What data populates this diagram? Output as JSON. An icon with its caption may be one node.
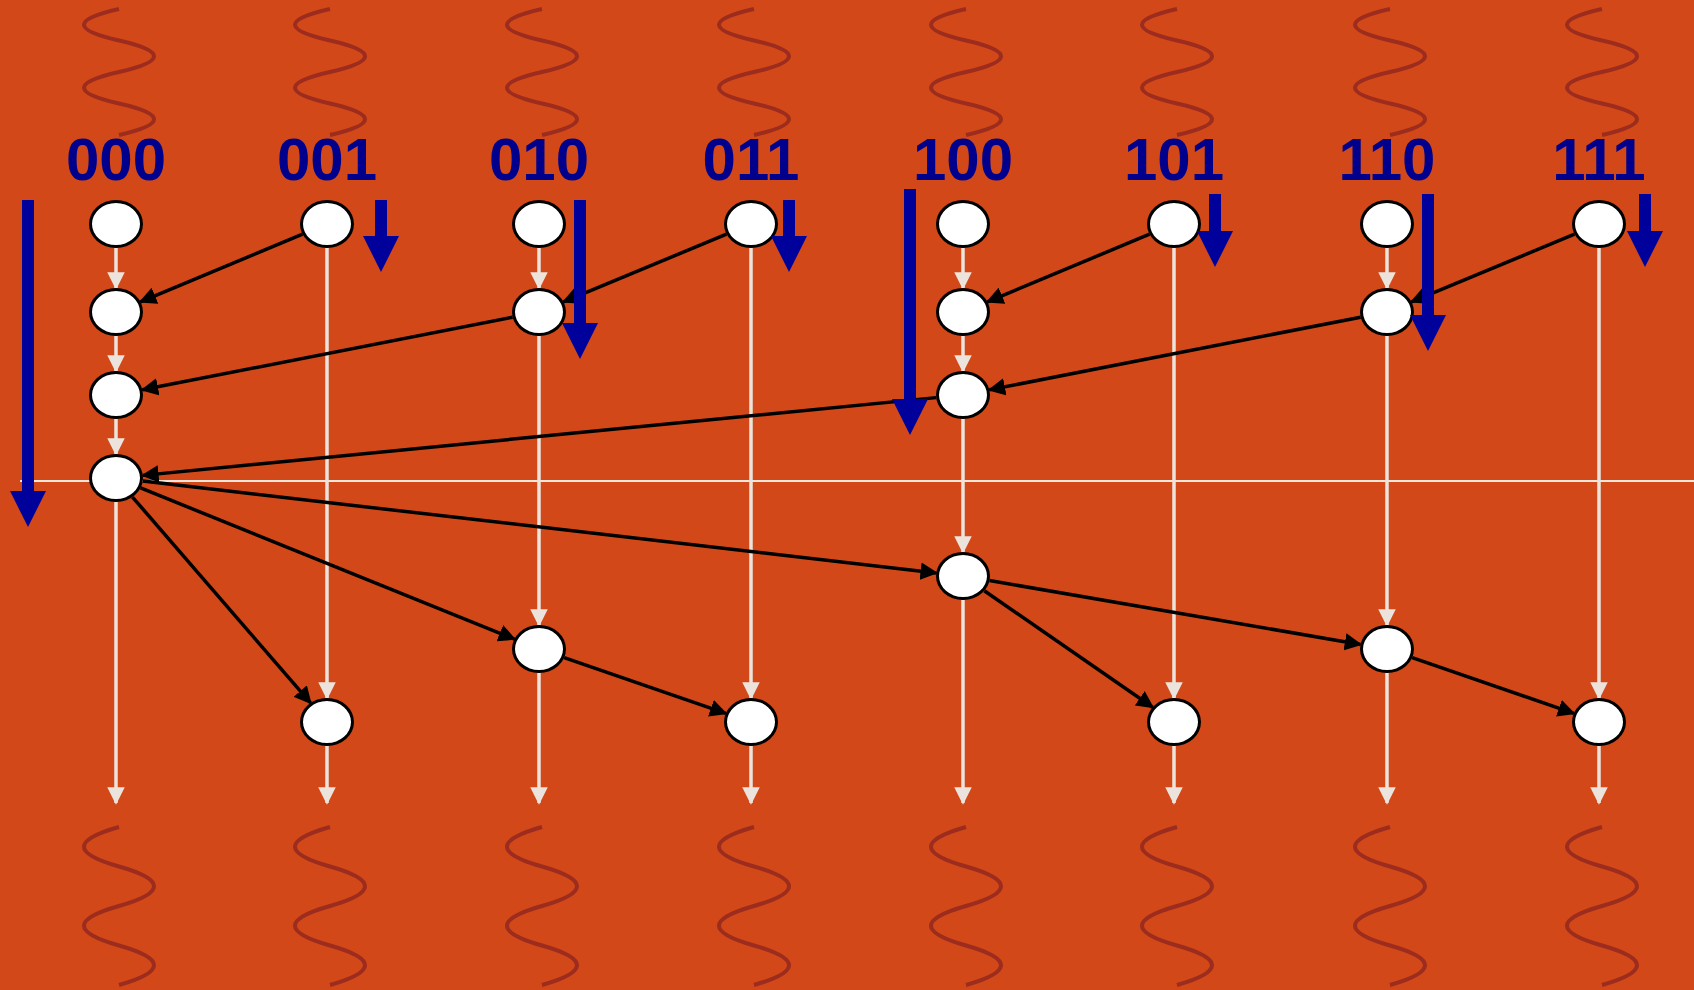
{
  "diagram": {
    "nodes": [
      {
        "text": [],
        "shape": "circle"
      },
      {
        "text": [],
        "shape": "circle"
      },
      {
        "text": [],
        "shape": "circle"
      },
      {
        "text": [],
        "shape": "circle"
      },
      {
        "text": [],
        "shape": "circle"
      },
      {
        "text": [],
        "shape": "circle"
      },
      {
        "text": [],
        "shape": "circle"
      },
      {
        "text": [],
        "shape": "circle"
      },
      {
        "text": [],
        "shape": "circle"
      },
      {
        "text": [],
        "shape": "circle"
      },
      {
        "text": [],
        "shape": "circle"
      },
      {
        "text": [],
        "shape": "circle"
      },
      {
        "text": [],
        "shape": "circle"
      },
      {
        "text": [],
        "shape": "circle"
      },
      {
        "text": [],
        "shape": "circle"
      },
      {
        "text": [],
        "shape": "circle"
      },
      {
        "text": [],
        "shape": "circle"
      },
      {
        "text": [],
        "shape": "circle"
      },
      {
        "text": [],
        "shape": "circle"
      },
      {
        "text": [],
        "shape": "circle"
      },
      {
        "text": [],
        "shape": "circle"
      },
      {
        "text": [],
        "shape": "circle"
      }
    ],
    "edges": [
      {
        "from": 0,
        "to": 8,
        "arrow": "to"
      },
      {
        "from": 8,
        "to": 12,
        "arrow": "to"
      },
      {
        "from": 12,
        "to": 14,
        "arrow": "to"
      },
      {
        "from": 14,
        "to": null,
        "arrow": "to"
      },
      {
        "from": 1,
        "to": 18,
        "arrow": "to"
      },
      {
        "from": 18,
        "to": null,
        "arrow": "to"
      },
      {
        "from": 2,
        "to": 9,
        "arrow": "to"
      },
      {
        "from": 9,
        "to": 16,
        "arrow": "to"
      },
      {
        "from": 16,
        "to": null,
        "arrow": "to"
      },
      {
        "from": 3,
        "to": 19,
        "arrow": "to"
      },
      {
        "from": 19,
        "to": null,
        "arrow": "to"
      },
      {
        "from": 4,
        "to": 10,
        "arrow": "to"
      },
      {
        "from": 10,
        "to": 13,
        "arrow": "to"
      },
      {
        "from": 13,
        "to": 15,
        "arrow": "to"
      },
      {
        "from": 15,
        "to": null,
        "arrow": "to"
      },
      {
        "from": 5,
        "to": 20,
        "arrow": "to"
      },
      {
        "from": 20,
        "to": null,
        "arrow": "to"
      },
      {
        "from": 6,
        "to": 11,
        "arrow": "to"
      },
      {
        "from": 11,
        "to": 17,
        "arrow": "to"
      },
      {
        "from": 17,
        "to": null,
        "arrow": "to"
      },
      {
        "from": 7,
        "to": 21,
        "arrow": "to"
      },
      {
        "from": 21,
        "to": null,
        "arrow": "to"
      },
      {
        "from": 1,
        "to": 8,
        "arrow": "to",
        "color": "#000000"
      },
      {
        "from": 3,
        "to": 9,
        "arrow": "to",
        "color": "#000000"
      },
      {
        "from": 5,
        "to": 10,
        "arrow": "to",
        "color": "#000000"
      },
      {
        "from": 7,
        "to": 11,
        "arrow": "to",
        "color": "#000000"
      },
      {
        "from": 9,
        "to": 12,
        "arrow": "to",
        "color": "#000000"
      },
      {
        "from": 11,
        "to": 13,
        "arrow": "to",
        "color": "#000000"
      },
      {
        "from": 13,
        "to": 14,
        "arrow": "to",
        "color": "#000000"
      },
      {
        "from": 14,
        "to": 15,
        "arrow": "to",
        "color": "#000000"
      },
      {
        "from": 14,
        "to": 16,
        "arrow": "to",
        "color": "#000000"
      },
      {
        "from": 14,
        "to": 18,
        "arrow": "to",
        "color": "#000000"
      },
      {
        "from": 16,
        "to": 19,
        "arrow": "to",
        "color": "#000000"
      },
      {
        "from": 15,
        "to": 17,
        "arrow": "to",
        "color": "#000000"
      },
      {
        "from": 15,
        "to": 20,
        "arrow": "to",
        "color": "#000000"
      },
      {
        "from": 17,
        "to": 21,
        "arrow": "to",
        "color": "#000000"
      }
    ],
    "labels": [
      "000",
      "001",
      "010",
      "011",
      "100",
      "101",
      "110",
      "111"
    ]
  }
}
